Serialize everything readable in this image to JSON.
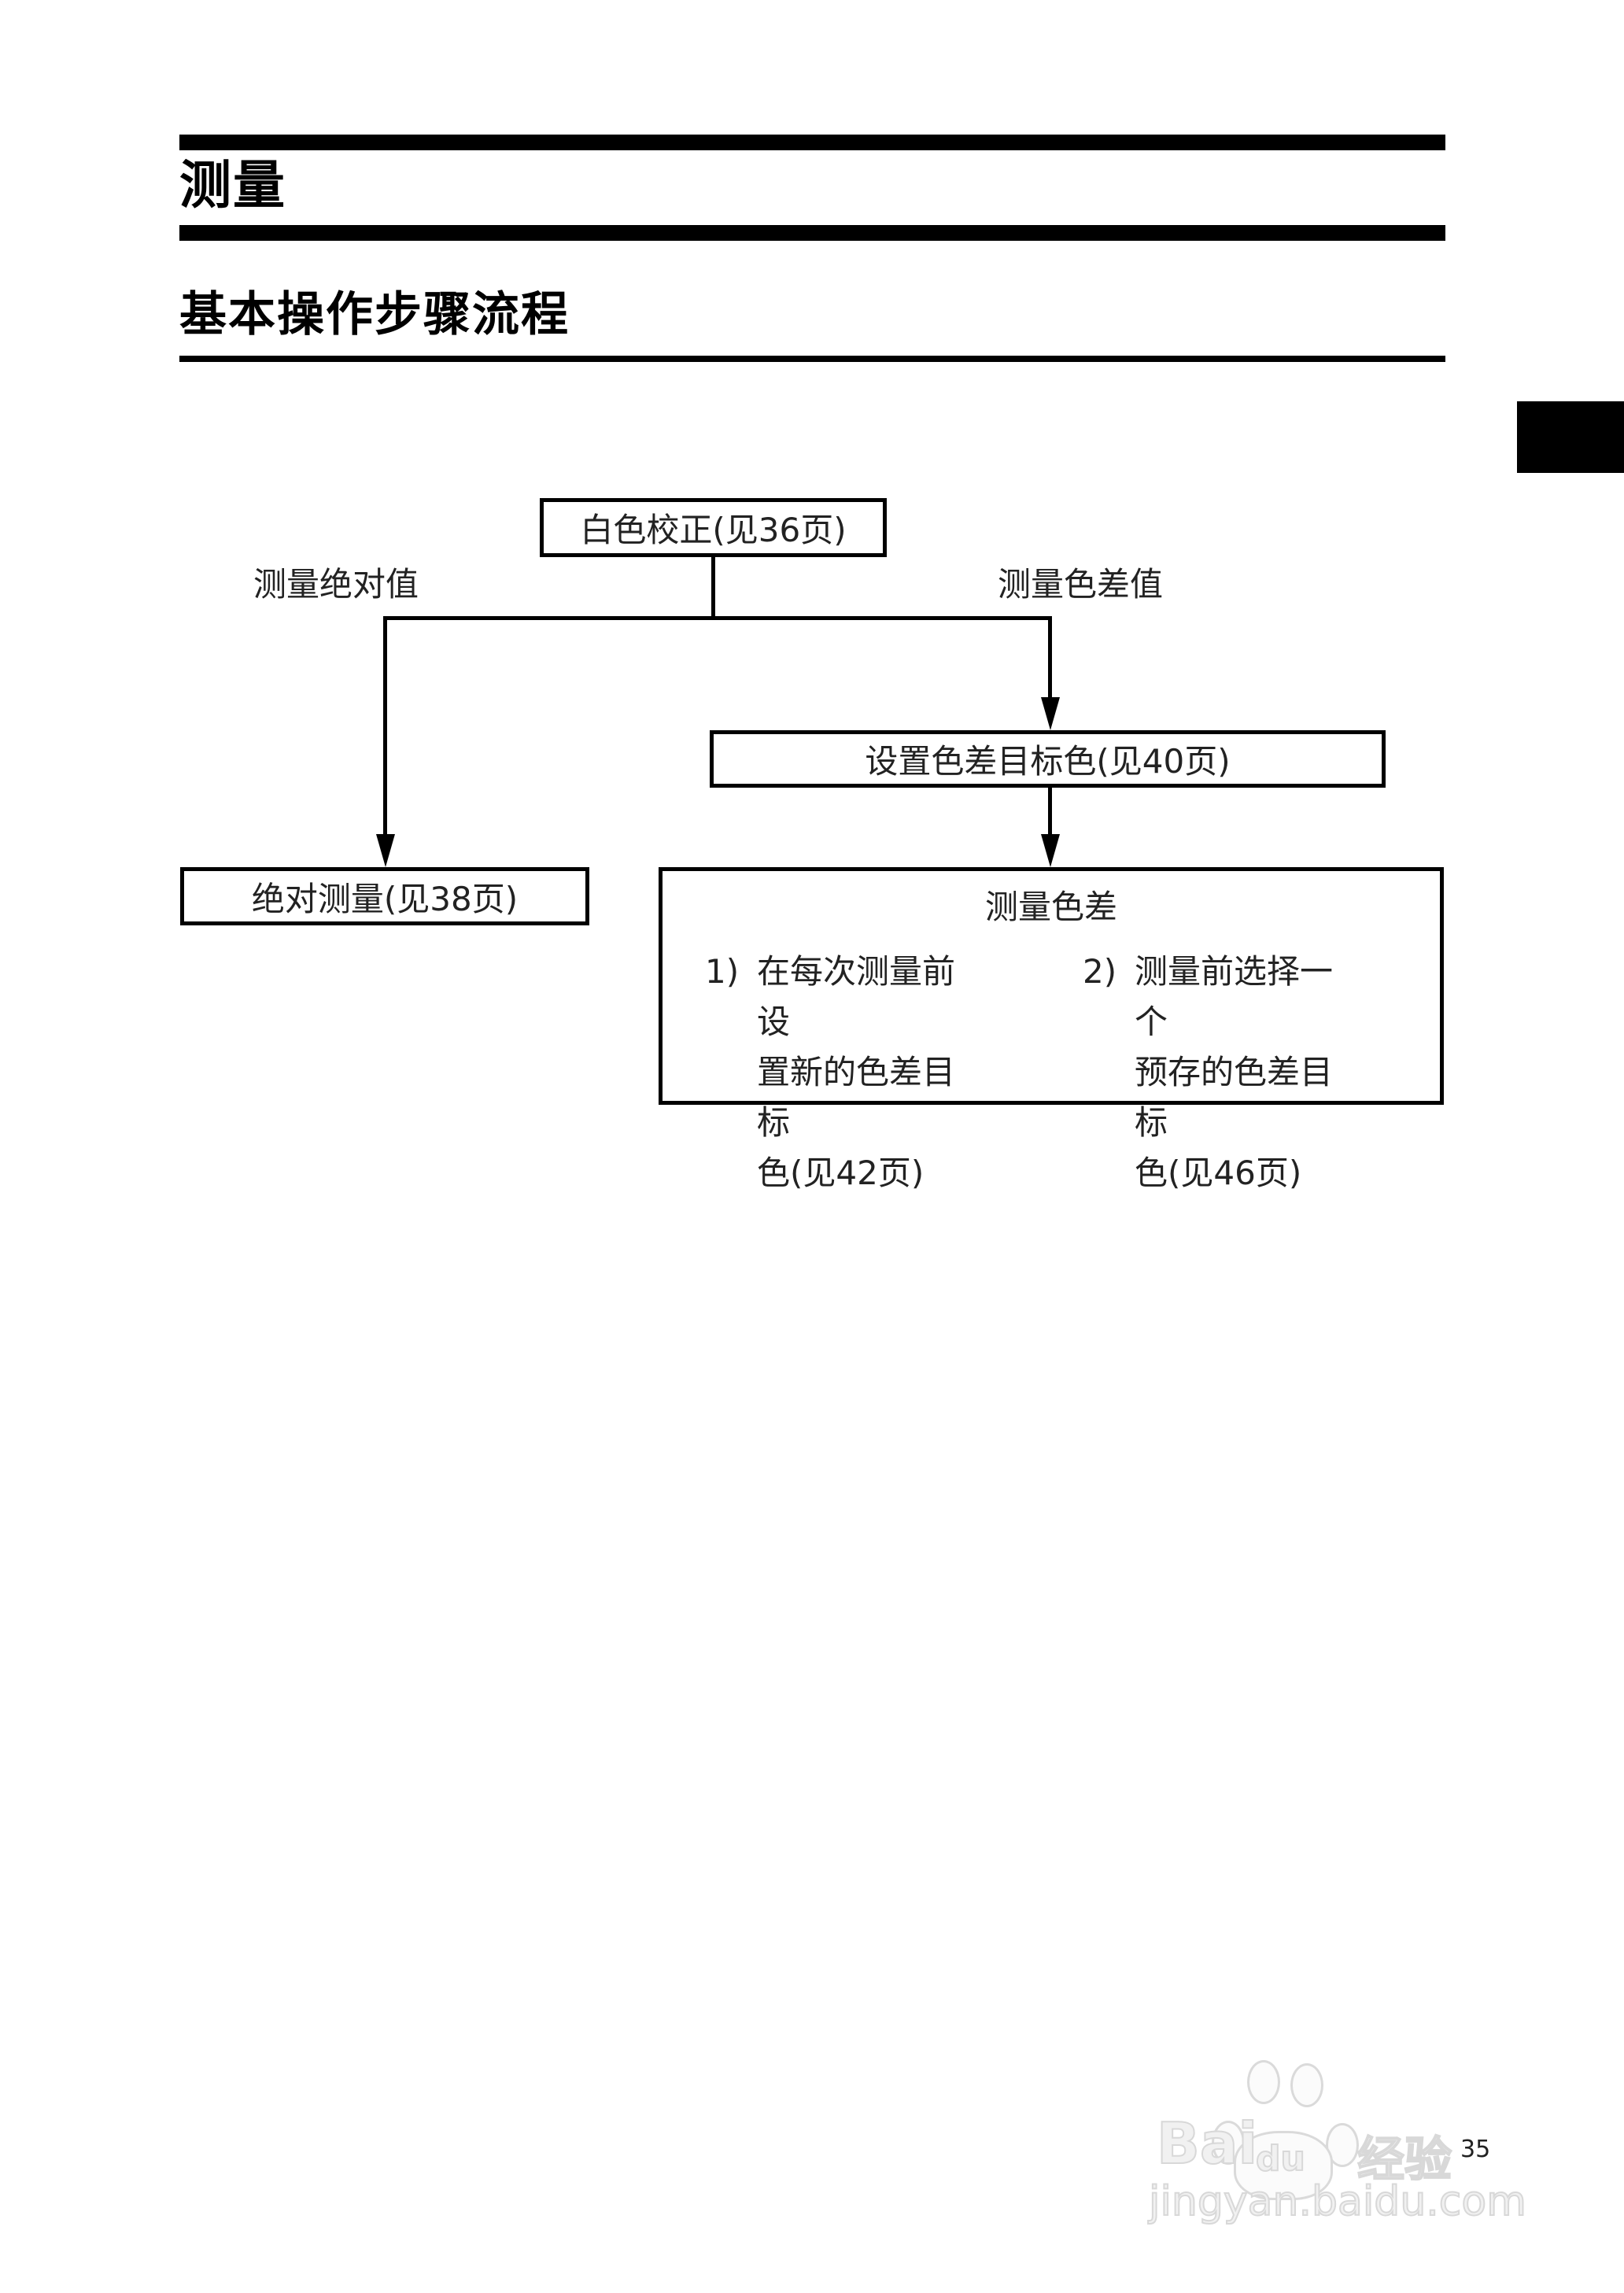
{
  "page": {
    "section_title": "测量",
    "subsection_title": "基本操作步骤流程",
    "page_number": "35"
  },
  "flowchart": {
    "start": {
      "label": "白色校正(见36页)"
    },
    "branch_left_label": "测量绝对值",
    "branch_right_label": "测量色差值",
    "set_target": {
      "label": "设置色差目标色(见40页)"
    },
    "absolute": {
      "label": "绝对测量(见38页)"
    },
    "color_diff": {
      "title": "测量色差",
      "options": [
        {
          "num": "1)",
          "text": "在每次测量前设\n置新的色差目标\n色(见42页)"
        },
        {
          "num": "2)",
          "text": "测量前选择一个\n预存的色差目标\n色(见46页)"
        }
      ]
    }
  },
  "watermark": {
    "logo_left": "Bai",
    "logo_mid": "du",
    "logo_right": "经验",
    "url": "jingyan.baidu.com"
  }
}
